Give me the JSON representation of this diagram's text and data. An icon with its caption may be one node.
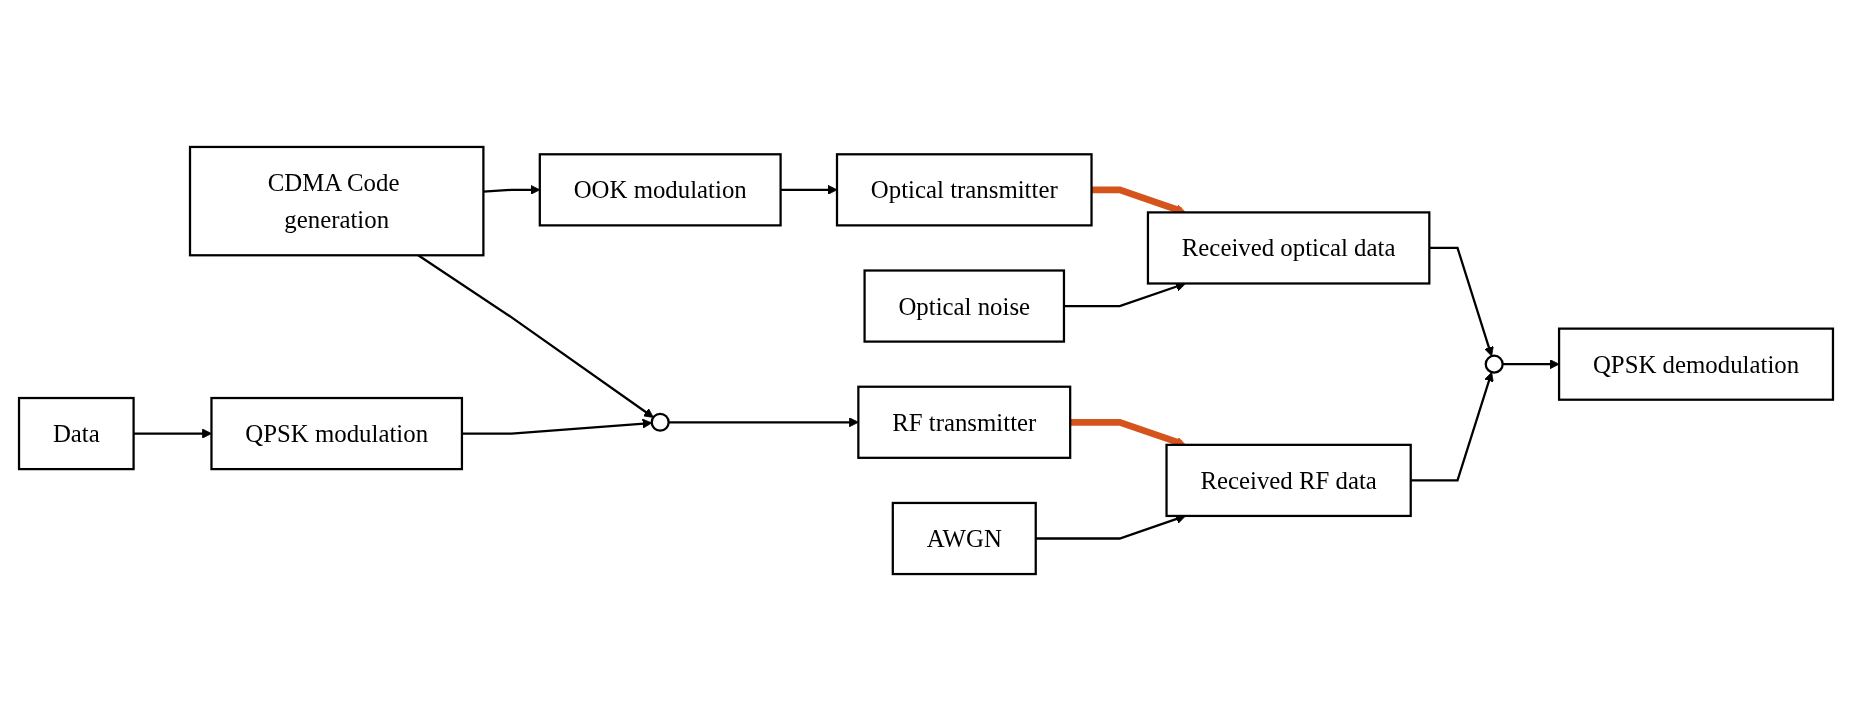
{
  "diagram": {
    "nodes": [
      {
        "text": [
          "Optical noise"
        ]
      },
      {
        "text": [
          "CDMA Code generation"
        ]
      },
      {
        "text": [
          "OOK modulation"
        ]
      },
      {
        "text": [
          "Optical transmitter"
        ]
      },
      {
        "text": [
          "Received optical data"
        ]
      },
      {
        "text": [
          "QPSK modulation"
        ]
      },
      {
        "text": [],
        "shape": "circle"
      },
      {
        "text": [
          "RF transmitter"
        ]
      },
      {
        "text": [
          "Received RF data"
        ]
      },
      {
        "text": [],
        "shape": "circle"
      },
      {
        "text": [
          "QPSK demodulation"
        ]
      },
      {
        "text": [
          "Data"
        ]
      },
      {
        "text": [
          "AWGN"
        ]
      }
    ],
    "edges": [
      {
        "from": 1,
        "to": 2,
        "arrow": "to"
      },
      {
        "from": 2,
        "to": 3,
        "arrow": "to"
      },
      {
        "from": 3,
        "to": 4,
        "arrow": "to",
        "style": "thick",
        "color": "#d5541c"
      },
      {
        "from": 0,
        "to": 4,
        "arrow": "to"
      },
      {
        "from": 1,
        "to": 6,
        "arrow": "to"
      },
      {
        "from": 5,
        "to": 6,
        "arrow": "to"
      },
      {
        "from": 6,
        "to": 7,
        "arrow": "to"
      },
      {
        "from": 7,
        "to": 8,
        "arrow": "to",
        "style": "thick",
        "color": "#d5541c"
      },
      {
        "from": 11,
        "to": 5,
        "arrow": "to"
      },
      {
        "from": 12,
        "to": 8,
        "arrow": "to"
      },
      {
        "from": 4,
        "to": 9,
        "arrow": "to"
      },
      {
        "from": 8,
        "to": 9,
        "arrow": "to"
      },
      {
        "from": 9,
        "to": 10,
        "arrow": "to"
      }
    ]
  }
}
